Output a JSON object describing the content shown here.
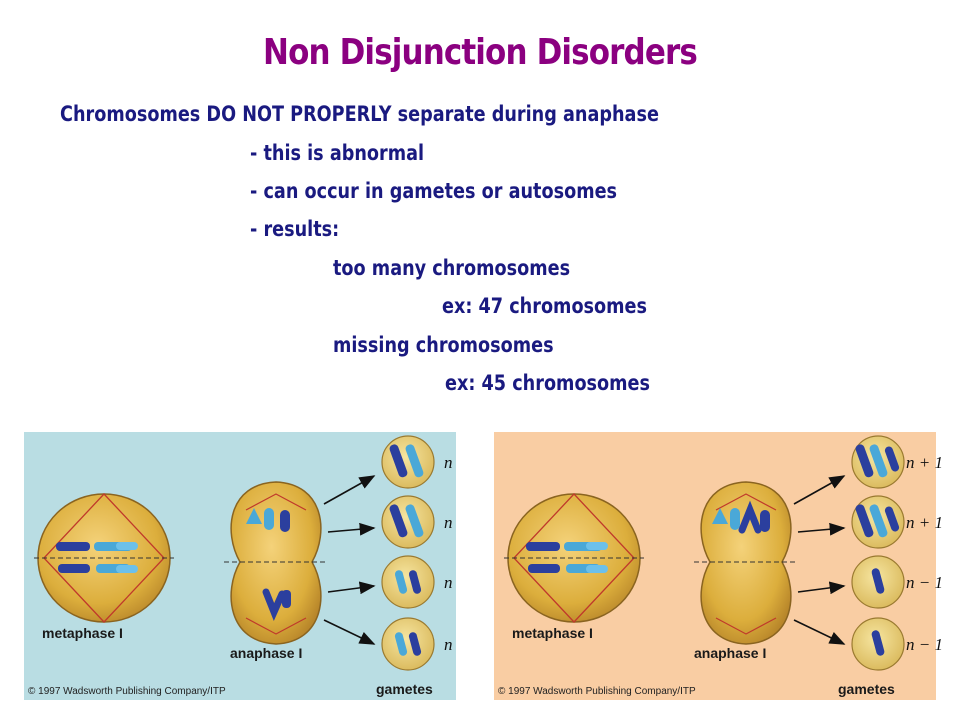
{
  "slide": {
    "title": "Non Disjunction Disorders",
    "intro": "Chromosomes DO NOT PROPERLY separate during anaphase",
    "bullets": [
      "-  this is abnormal",
      "-  can occur in gametes or autosomes",
      "-  results:"
    ],
    "too_many": "too many chromosomes",
    "too_many_ex": "ex:  47 chromosomes",
    "missing": "missing chromosomes",
    "missing_ex": "ex:  45 chromosomes"
  },
  "diagram_normal": {
    "background": "#b9dde3",
    "label_metaphase": "metaphase I",
    "label_anaphase": "anaphase I",
    "label_gametes": "gametes",
    "copyright": "© 1997 Wadsworth Publishing Company/ITP",
    "gamete_labels": [
      "n",
      "n",
      "n",
      "n"
    ]
  },
  "diagram_nondisjunction": {
    "background": "#f9cda3",
    "label_metaphase": "metaphase I",
    "label_anaphase": "anaphase I",
    "label_gametes": "gametes",
    "copyright": "© 1997 Wadsworth Publishing Company/ITP",
    "gamete_labels": [
      "n + 1",
      "n + 1",
      "n − 1",
      "n − 1"
    ]
  },
  "colors": {
    "title": "#8B0080",
    "text": "#1a1a80",
    "cell": "#dcae3c",
    "chromosome_dark": "#2b3f9e",
    "chromosome_light": "#4aa8d8"
  }
}
